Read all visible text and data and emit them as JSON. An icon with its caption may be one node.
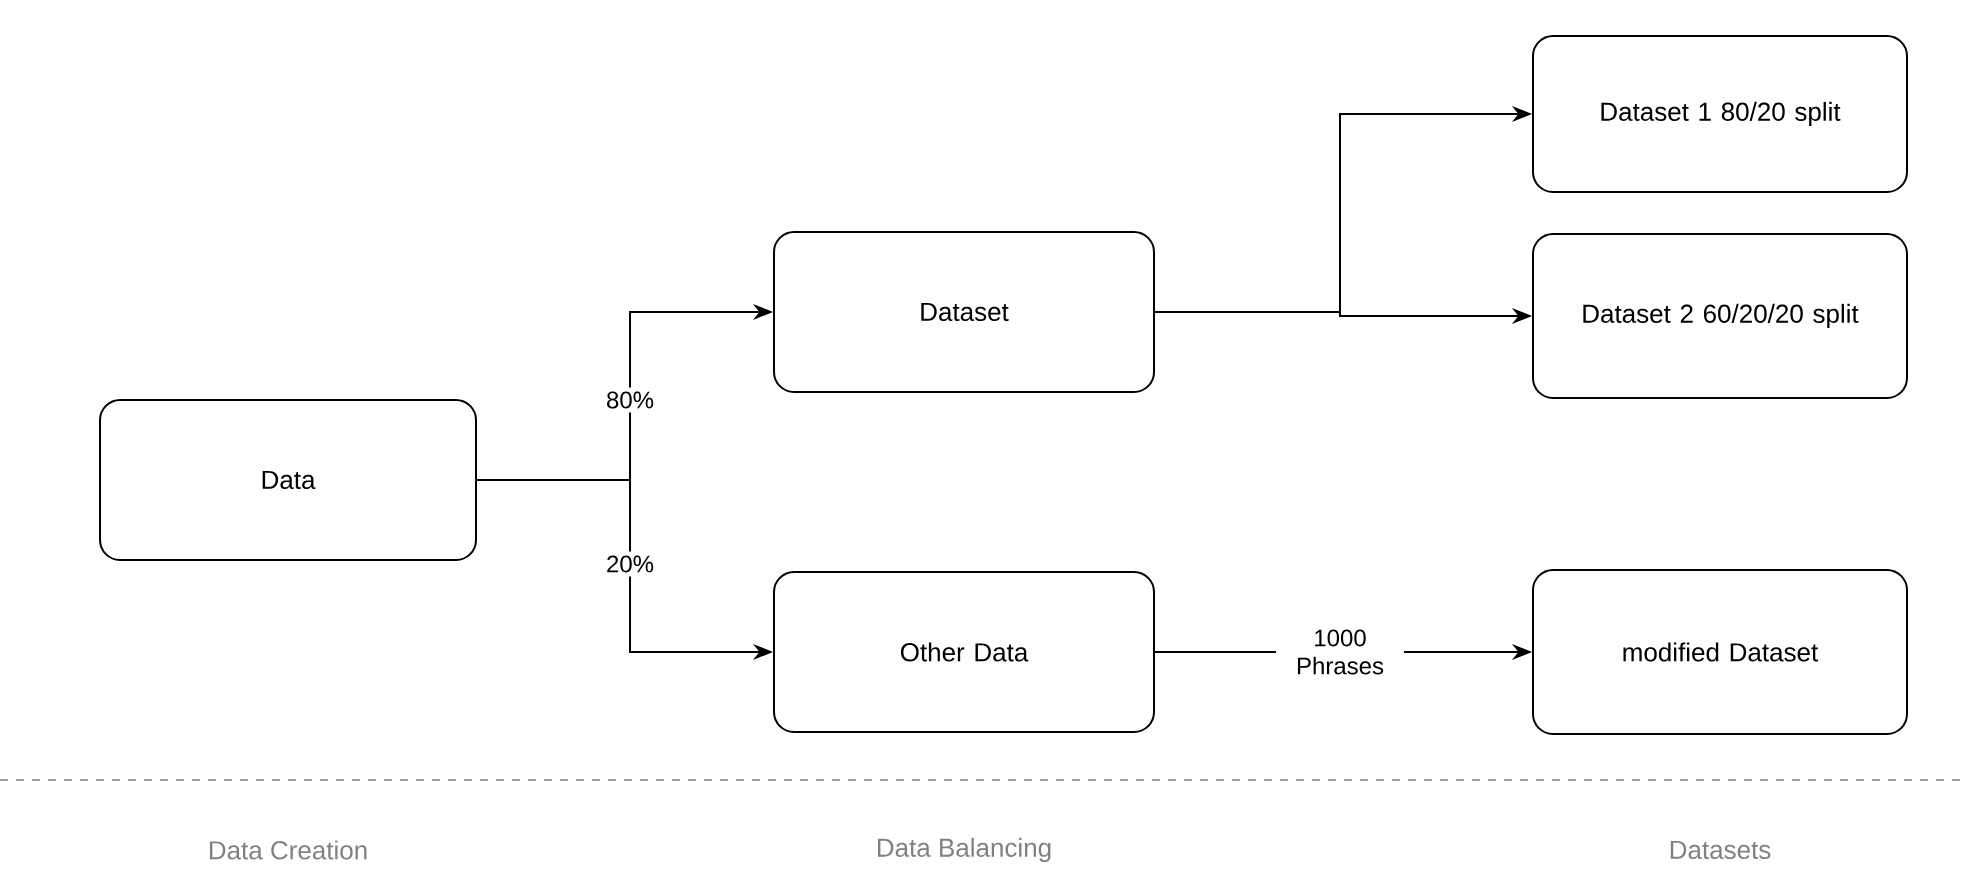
{
  "diagram": {
    "nodes": [
      {
        "text": [
          "Data"
        ]
      },
      {
        "text": [
          "Dataset"
        ]
      },
      {
        "text": [
          "Dataset 1 80/20 split"
        ]
      },
      {
        "text": [
          "Dataset 2 60/20/20 split"
        ]
      },
      {
        "text": [
          "Other Data"
        ]
      },
      {
        "text": [
          "modified Dataset"
        ]
      }
    ],
    "edges": [
      {
        "from": 0,
        "to": 1,
        "arrow": "to",
        "label": "80%"
      },
      {
        "from": 0,
        "to": 4,
        "arrow": "to",
        "label": "20%"
      },
      {
        "from": 1,
        "to": 2,
        "arrow": "to"
      },
      {
        "from": 1,
        "to": 3,
        "arrow": "to"
      },
      {
        "from": 4,
        "to": 5,
        "arrow": "to",
        "label": "1000 Phrases"
      }
    ],
    "labels": [
      "Data Creation",
      "Data Balancing",
      "Datasets"
    ]
  }
}
